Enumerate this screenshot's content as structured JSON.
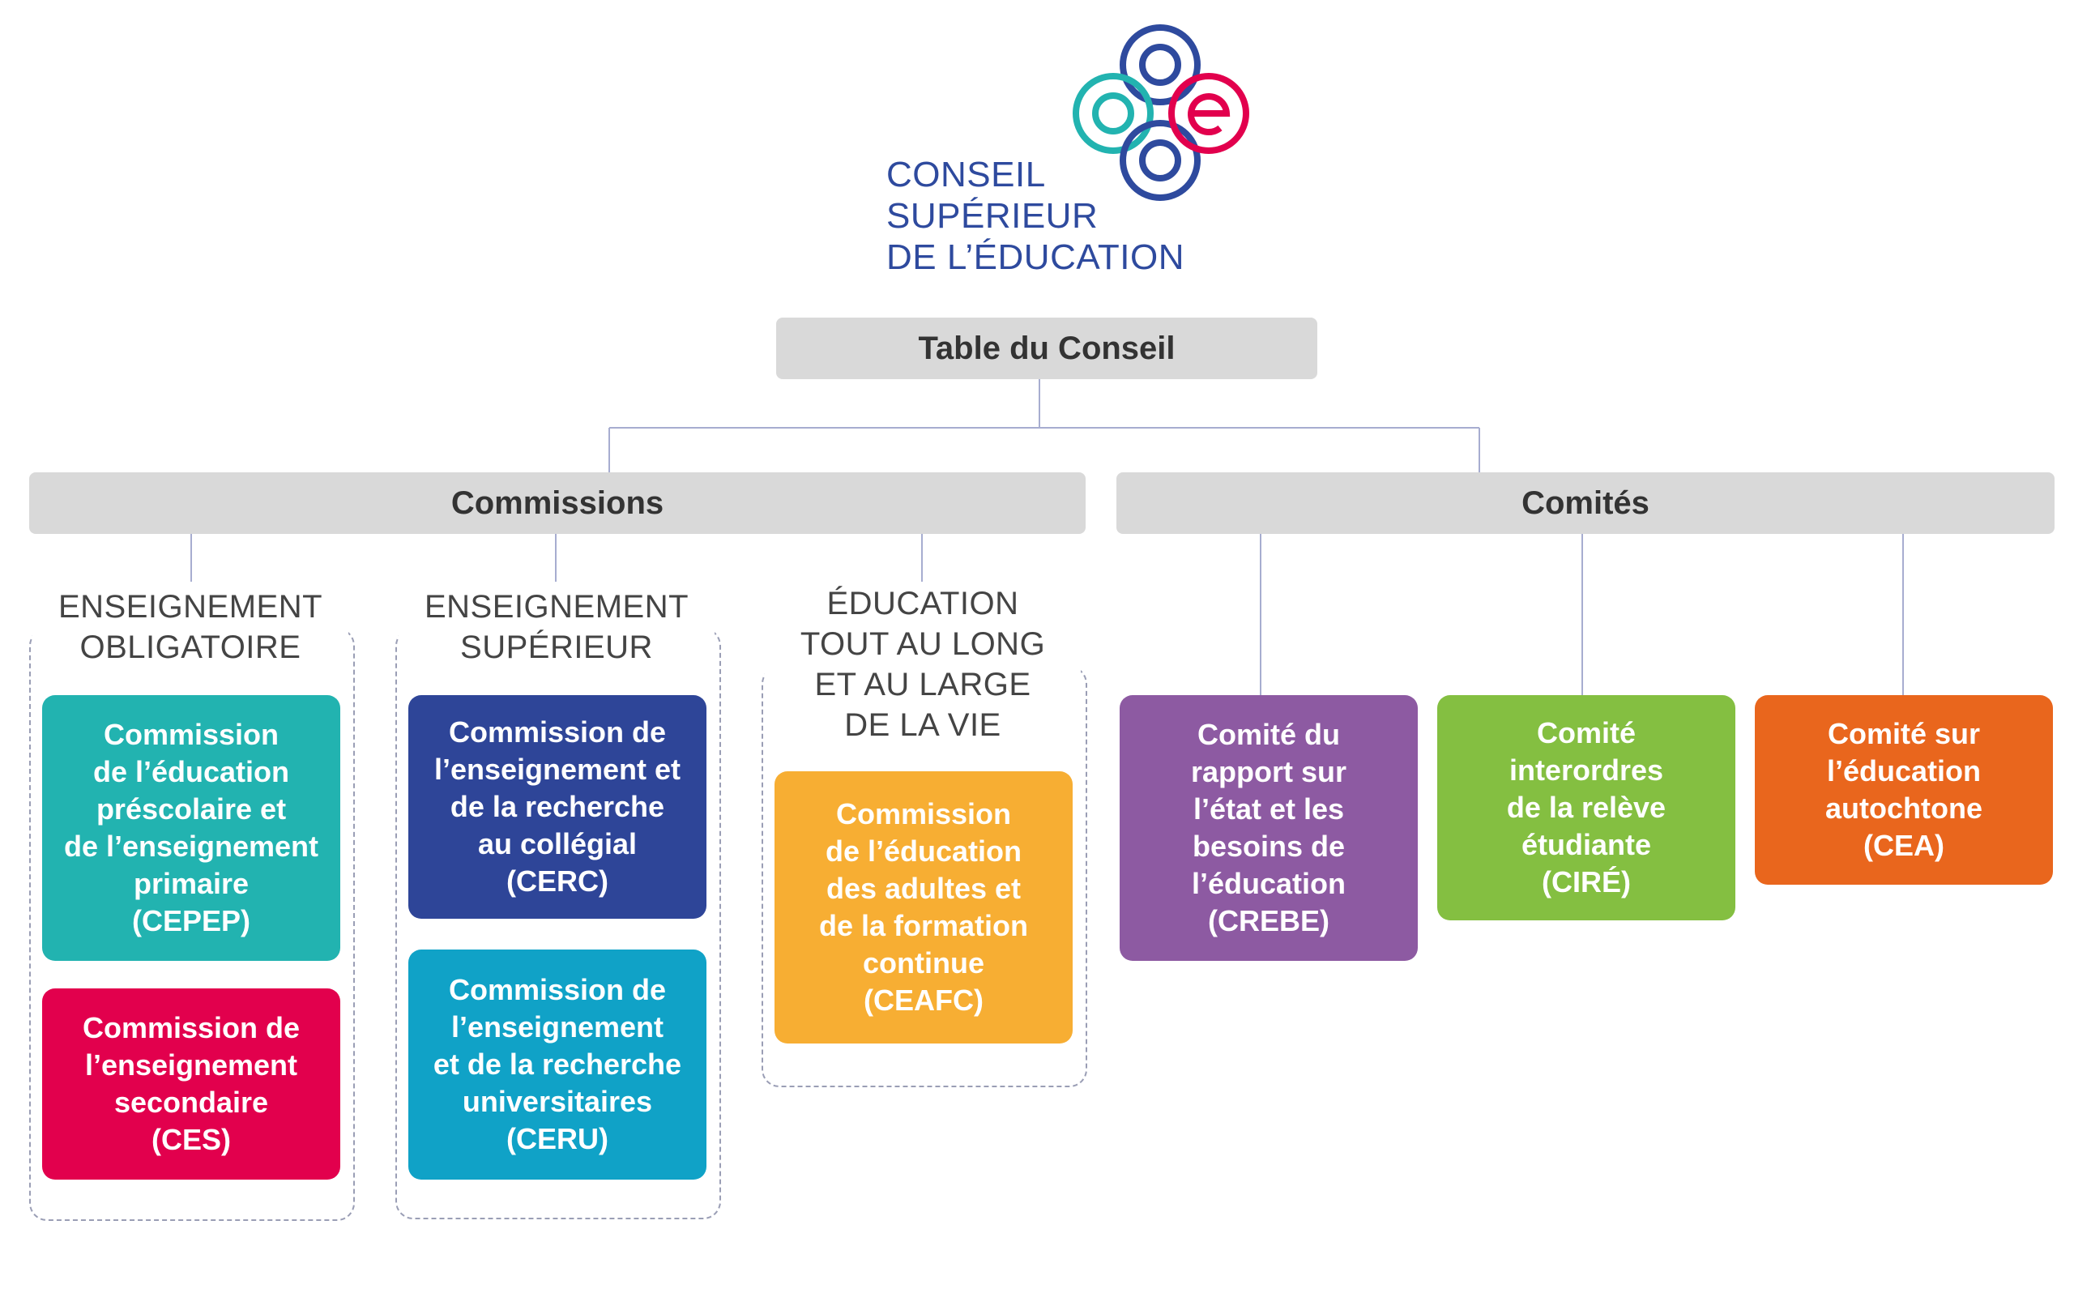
{
  "logo": {
    "line1": "CONSEIL",
    "line2": "SUPÉRIEUR",
    "line3": "DE L’ÉDUCATION",
    "colors": {
      "navy": "#2e4a9e",
      "teal": "#22b3b0",
      "pink": "#e2004d"
    }
  },
  "top": {
    "label": "Table du Conseil"
  },
  "commissions": {
    "label": "Commissions",
    "groups": [
      {
        "label": "ENSEIGNEMENT OBLIGATOIRE",
        "label_lines": [
          "ENSEIGNEMENT",
          "OBLIGATOIRE"
        ],
        "boxes": [
          {
            "lines": [
              "Commission",
              "de l’éducation",
              "préscolaire et",
              "de l’enseignement",
              "primaire",
              "(CEPEP)"
            ],
            "color": "#22b3b0"
          },
          {
            "lines": [
              "Commission de",
              "l’enseignement",
              "secondaire",
              "(CES)"
            ],
            "color": "#e2004d"
          }
        ]
      },
      {
        "label": "ENSEIGNEMENT SUPÉRIEUR",
        "label_lines": [
          "ENSEIGNEMENT",
          "SUPÉRIEUR"
        ],
        "boxes": [
          {
            "lines": [
              "Commission de",
              "l’enseignement et",
              "de la recherche",
              "au collégial",
              "(CERC)"
            ],
            "color": "#2e4598"
          },
          {
            "lines": [
              "Commission de",
              "l’enseignement",
              "et de la recherche",
              "universitaires",
              "(CERU)"
            ],
            "color": "#10a2c7"
          }
        ]
      },
      {
        "label": "ÉDUCATION TOUT AU LONG ET AU LARGE DE LA VIE",
        "label_lines": [
          "ÉDUCATION",
          "TOUT AU LONG",
          "ET AU LARGE",
          "DE LA VIE"
        ],
        "boxes": [
          {
            "lines": [
              "Commission",
              "de l’éducation",
              "des adultes et",
              "de la formation",
              "continue",
              "(CEAFC)"
            ],
            "color": "#f7ae33"
          }
        ]
      }
    ]
  },
  "comites": {
    "label": "Comités",
    "boxes": [
      {
        "lines": [
          "Comité du",
          "rapport sur",
          "l’état et les",
          "besoins de",
          "l’éducation",
          "(CREBE)"
        ],
        "color": "#8d5aa2"
      },
      {
        "lines": [
          "Comité",
          "interordres",
          "de la relève",
          "étudiante",
          "(CIRÉ)"
        ],
        "color": "#84bf41"
      },
      {
        "lines": [
          "Comité sur",
          "l’éducation",
          "autochtone",
          "(CEA)"
        ],
        "color": "#e9661d"
      }
    ]
  },
  "connector_color": "#a7add0"
}
